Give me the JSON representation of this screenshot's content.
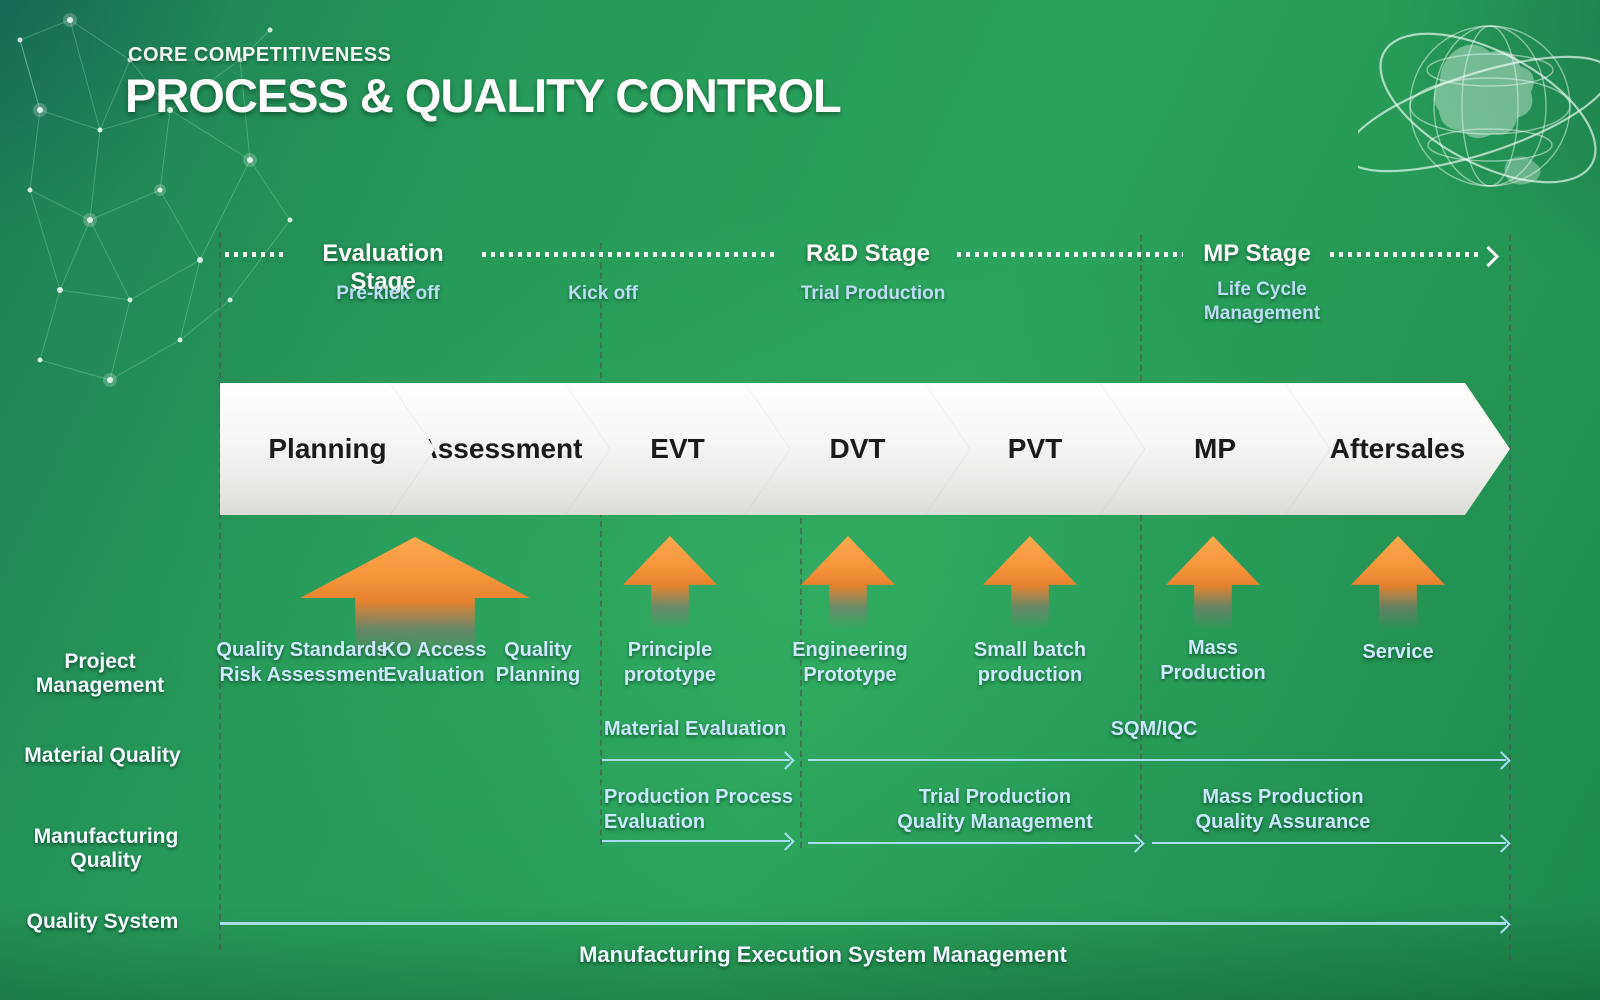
{
  "header": {
    "eyebrow": "CORE COMPETITIVENESS",
    "title": "PROCESS & QUALITY CONTROL"
  },
  "timeline": {
    "stages": [
      {
        "name": "Evaluation Stage",
        "sublabel": "Pre-kick off"
      },
      {
        "name": "R&D Stage",
        "sublabel": "Trial Production"
      },
      {
        "name": "MP Stage",
        "sublabel": "Life Cycle\nManagement"
      }
    ],
    "kickoff_label": "Kick off"
  },
  "chevrons": [
    "Planning",
    "Assessment",
    "EVT",
    "DVT",
    "PVT",
    "MP",
    "Aftersales"
  ],
  "rows": {
    "project_management": {
      "label": "Project Management",
      "items": [
        "Quality Standards\nRisk Assessment",
        "KO Access\nEvaluation",
        "Quality\nPlanning",
        "Principle\nprototype",
        "Engineering\nPrototype",
        "Small batch\nproduction",
        "Mass\nProduction",
        "Service"
      ]
    },
    "material_quality": {
      "label": "Material Quality",
      "flows": [
        "Material Evaluation",
        "SQM/IQC"
      ]
    },
    "manufacturing_quality": {
      "label": "Manufacturing Quality",
      "flows": [
        "Production Process\nEvaluation",
        "Trial Production\nQuality Management",
        "Mass Production\nQuality Assurance"
      ]
    },
    "quality_system": {
      "label": "Quality System",
      "flows": [
        "Manufacturing Execution System Management"
      ]
    }
  },
  "colors": {
    "arrow_orange": "#f5953b",
    "flow_arrow_blue": "#a9dcf5",
    "chevron_text": "#1b1b1b",
    "background_green": "#28a05a"
  }
}
